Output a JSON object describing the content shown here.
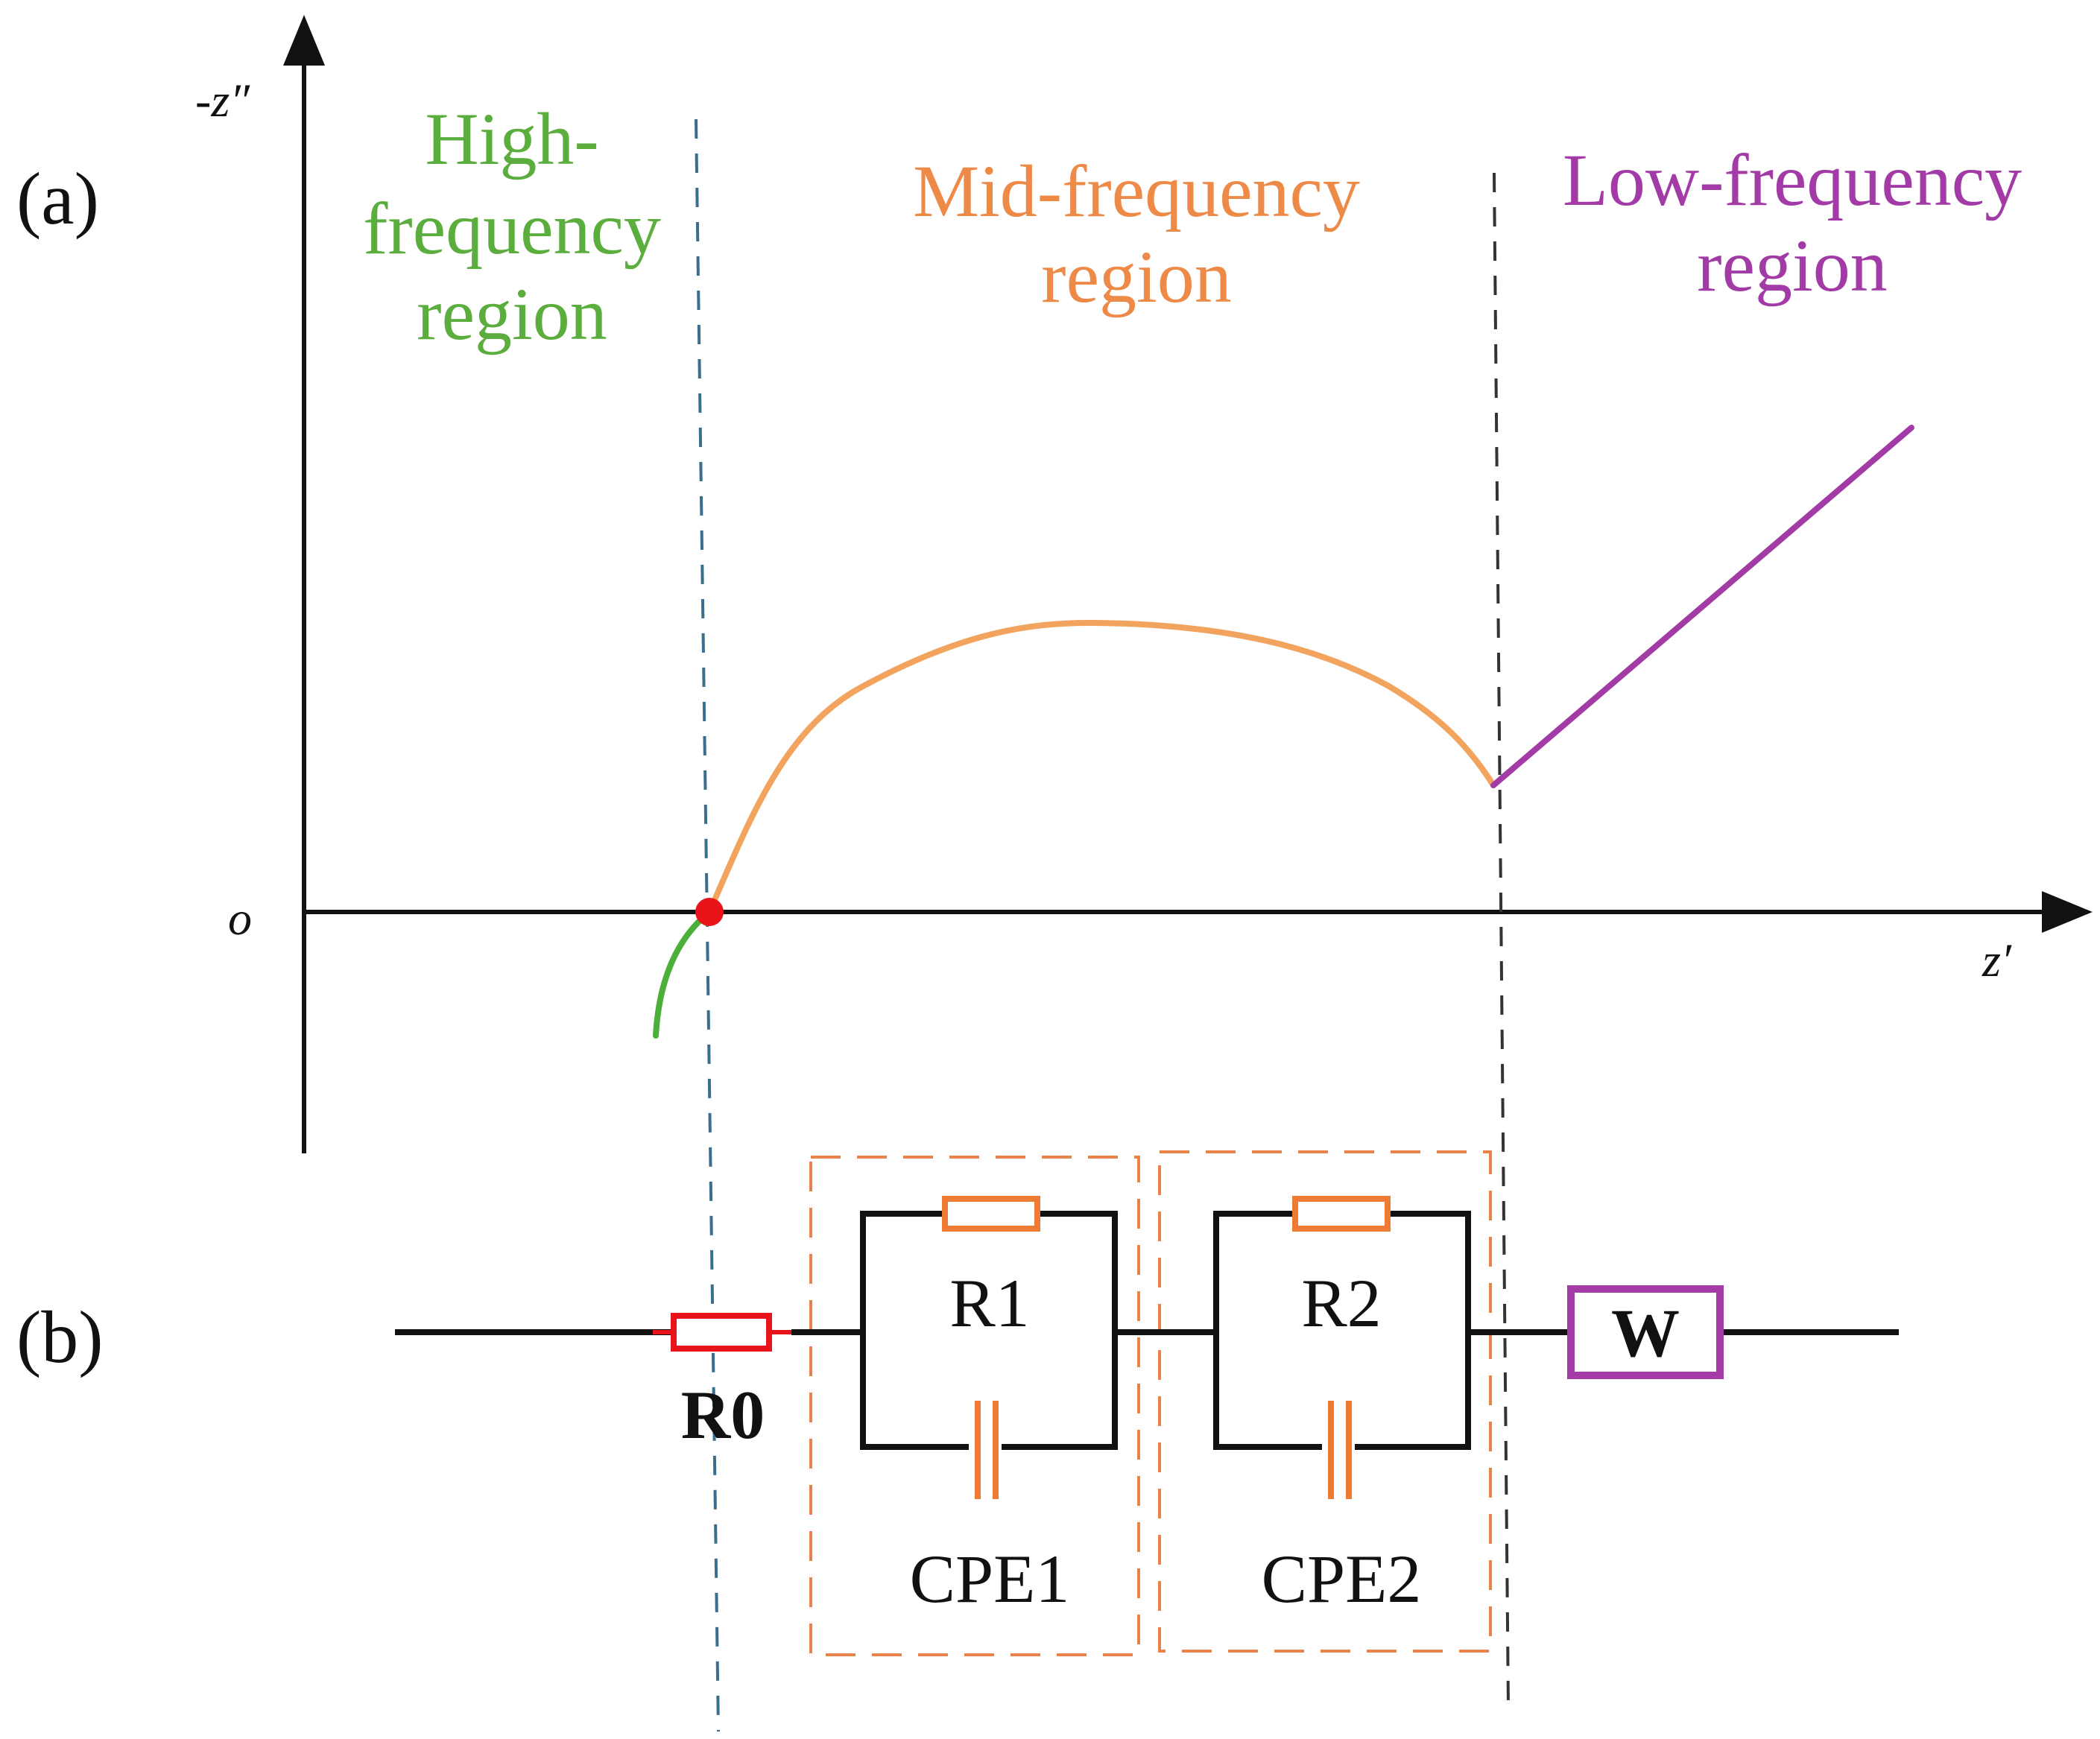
{
  "panels": {
    "a": "(a)",
    "b": "(b)"
  },
  "axes": {
    "y_label": "-z″",
    "x_label": "z′",
    "origin_label": "o"
  },
  "regions": {
    "high": {
      "lines": [
        "High-",
        "frequency",
        "region"
      ],
      "color": "#5BAE3E"
    },
    "mid": {
      "lines": [
        "Mid-frequency",
        "region"
      ],
      "color": "#EE8A48"
    },
    "low": {
      "lines": [
        "Low-frequency",
        "region"
      ],
      "color": "#A23BA6"
    }
  },
  "colors": {
    "axis": "#111111",
    "high_curve": "#4CAF3A",
    "mid_curve": "#F2A45E",
    "low_curve": "#A23BA6",
    "point": "#E8141A",
    "boundary_blue": "#3A6E8C",
    "boundary_black": "#333333",
    "dashed_box": "#E8834A",
    "r0": "#E8141A",
    "component_orange": "#EE7A34",
    "w": "#A23BA6"
  },
  "circuit": {
    "r0": "R0",
    "r1": "R1",
    "r2": "R2",
    "cpe1": "CPE1",
    "cpe2": "CPE2",
    "w": "W"
  }
}
